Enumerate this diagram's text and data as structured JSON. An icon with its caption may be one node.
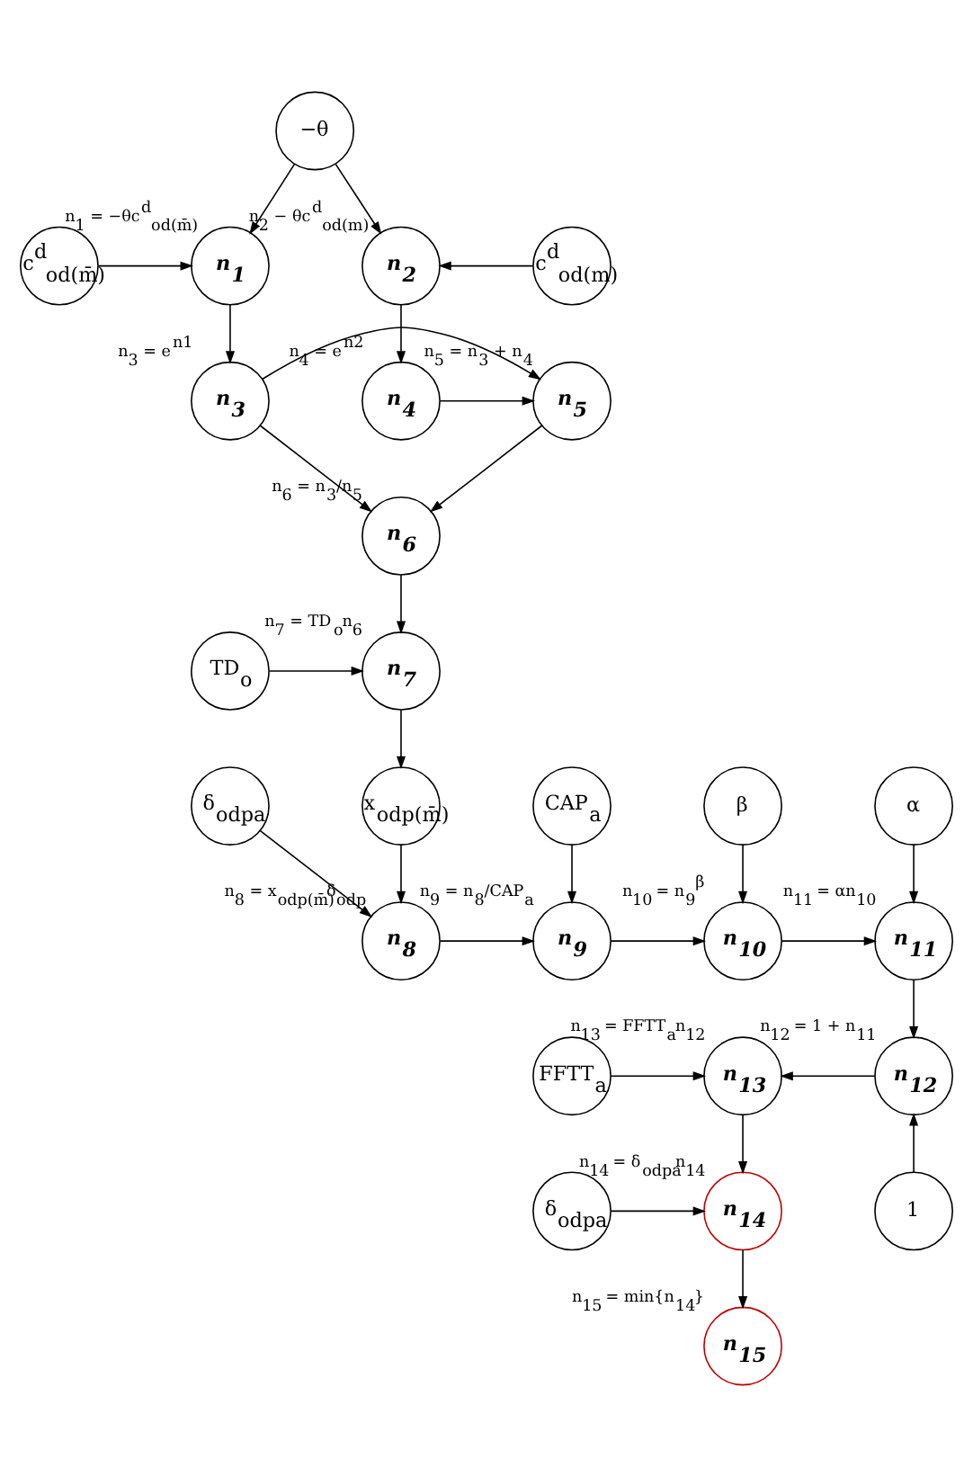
{
  "diagram": {
    "nodes": [
      {
        "text": [
          "c$^{d}$$_{od(m̄)}$"
        ]
      },
      {
        "text": [
          "n$_{1}$"
        ],
        "beside": [
          "n$_{1}$ = −θc$^{d}$$_{od(m̄)}$"
        ]
      },
      {
        "text": [
          "−θ"
        ]
      },
      {
        "text": [
          "n$_{2}$"
        ],
        "beside": [
          "n$_{2}$ − θc$^{d}$$_{od(m)}$"
        ]
      },
      {
        "text": [
          "c$^{d}$$_{od(m)}$"
        ]
      },
      {
        "text": [
          "n$_{3}$"
        ],
        "beside": [
          "n$_{3}$ = e$^{n1}$"
        ]
      },
      {
        "text": [
          "n$_{5}$"
        ],
        "beside": [
          "n$_{5}$ = n$_{3}$ + n$_{4}$"
        ]
      },
      {
        "text": [
          "n$_{4}$"
        ],
        "beside": [
          "n$_{4}$ = e$^{n2}$"
        ]
      },
      {
        "text": [
          "TD$_{o}$"
        ]
      },
      {
        "text": [
          "n$_{7}$"
        ],
        "beside": [
          "n$_{7}$ = TD$_{o}$n$_{6}$"
        ]
      },
      {
        "text": [
          "n$_{6}$"
        ],
        "beside": [
          "n$_{6}$ = n$_{3}$/n$_{5}$"
        ]
      },
      {
        "text": [
          "δ$_{odpa}$"
        ]
      },
      {
        "text": [
          "x$_{odp(m̄)}$"
        ]
      },
      {
        "text": [
          "CAP$_{a}$"
        ]
      },
      {
        "text": [
          "β"
        ]
      },
      {
        "text": [
          "α"
        ]
      },
      {
        "text": [
          "n$_{8}$"
        ],
        "beside": [
          "n$_{8}$ = x$_{odp(m̄)}$δ$_{odp}$"
        ]
      },
      {
        "text": [
          "n$_{9}$"
        ],
        "beside": [
          "n$_{9}$ = n$_{8}$/CAP$_{a}$"
        ]
      },
      {
        "text": [
          "n$_{10}$"
        ],
        "beside": [
          "n$_{10}$ = n$_{9}$$^{β}$"
        ]
      },
      {
        "text": [
          "n$_{11}$"
        ],
        "beside": [
          "n$_{11}$ = αn$_{10}$"
        ]
      },
      {
        "text": [
          "FFTT$_{a}$"
        ]
      },
      {
        "text": [
          "n$_{13}$"
        ],
        "beside": [
          "n$_{13}$ = FFTT$_{a}$n$_{12}$"
        ]
      },
      {
        "text": [
          "n$_{12}$"
        ],
        "beside": [
          "n$_{12}$ = 1 + n$_{11}$"
        ]
      },
      {
        "text": [
          "δ$_{odpa}$"
        ]
      },
      {
        "text": [
          "n$_{14}$"
        ],
        "beside": [
          "n$_{14}$ = δ$_{odpa}$n$_{14}$"
        ]
      },
      {
        "text": [
          "1"
        ]
      },
      {
        "text": [
          "n$_{15}$"
        ],
        "beside": [
          "n$_{15}$ = min{n$_{14}$}"
        ]
      }
    ],
    "edges": [
      {
        "from": 0,
        "to": 1,
        "arrow": "to"
      },
      {
        "from": 2,
        "to": 1,
        "arrow": "to"
      },
      {
        "from": 2,
        "to": 3,
        "arrow": "to"
      },
      {
        "from": 4,
        "to": 3,
        "arrow": "to"
      },
      {
        "from": 1,
        "to": 5,
        "arrow": "to"
      },
      {
        "from": 3,
        "to": 7,
        "arrow": "to"
      },
      {
        "from": 5,
        "to": 6,
        "arrow": "to"
      },
      {
        "from": 7,
        "to": 6,
        "arrow": "to"
      },
      {
        "from": 5,
        "to": 10,
        "arrow": "to"
      },
      {
        "from": 6,
        "to": 10,
        "arrow": "to"
      },
      {
        "from": 8,
        "to": 9,
        "arrow": "to"
      },
      {
        "from": 10,
        "to": 9,
        "arrow": "to"
      },
      {
        "from": 9,
        "to": 12,
        "arrow": "to"
      },
      {
        "from": 11,
        "to": 16,
        "arrow": "to"
      },
      {
        "from": 12,
        "to": 16,
        "arrow": "to"
      },
      {
        "from": 16,
        "to": 17,
        "arrow": "to"
      },
      {
        "from": 13,
        "to": 17,
        "arrow": "to"
      },
      {
        "from": 17,
        "to": 18,
        "arrow": "to"
      },
      {
        "from": 14,
        "to": 18,
        "arrow": "to"
      },
      {
        "from": 18,
        "to": 19,
        "arrow": "to"
      },
      {
        "from": 15,
        "to": 19,
        "arrow": "to"
      },
      {
        "from": 19,
        "to": 22,
        "arrow": "to"
      },
      {
        "from": 22,
        "to": 21,
        "arrow": "to"
      },
      {
        "from": 20,
        "to": 21,
        "arrow": "to"
      },
      {
        "from": 21,
        "to": 24,
        "arrow": "to"
      },
      {
        "from": 23,
        "to": 24,
        "arrow": "to"
      },
      {
        "from": 25,
        "to": 22,
        "arrow": "to"
      },
      {
        "from": 24,
        "to": 26,
        "arrow": "to"
      }
    ]
  }
}
